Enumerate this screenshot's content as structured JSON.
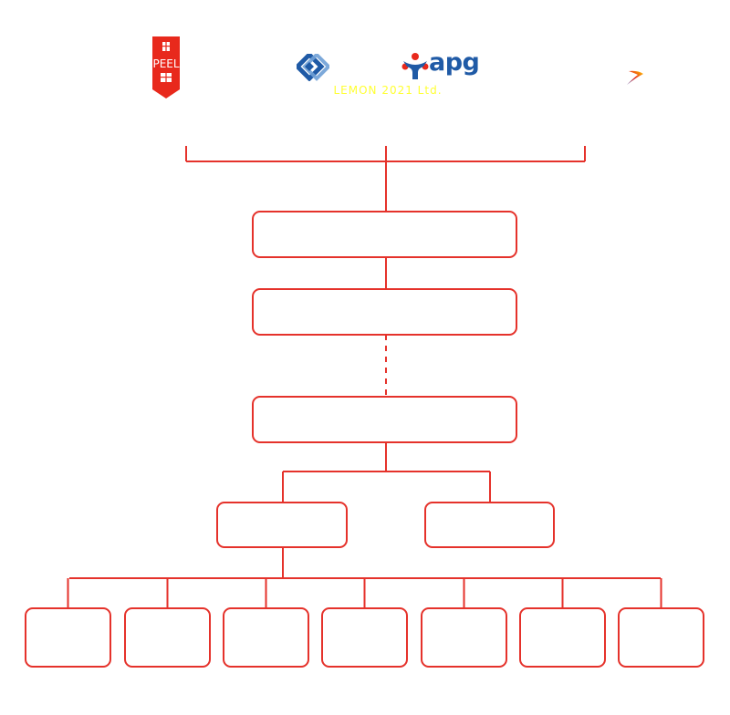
{
  "logos": [
    {
      "name": "peel-logo",
      "text": "PEEL",
      "color": "#e8291c"
    },
    {
      "name": "diamond-logo",
      "color": "#1f5aa6"
    },
    {
      "name": "apg-logo",
      "text": "apg",
      "color": "#1f5aa6",
      "accent": "#e8291c"
    },
    {
      "name": "swoosh-logo"
    }
  ],
  "caption": "LEMON 2021 Ltd.",
  "diagram": {
    "type": "org-chart",
    "line_color": "#e5322b",
    "top_bracket_branches": 3,
    "levels": [
      {
        "name": "level-1",
        "nodes": [
          {
            "label": ""
          }
        ]
      },
      {
        "name": "level-2",
        "nodes": [
          {
            "label": ""
          }
        ]
      },
      {
        "name": "level-3",
        "nodes": [
          {
            "label": ""
          }
        ],
        "connector_from_above": "dashed"
      },
      {
        "name": "level-4",
        "nodes": [
          {
            "label": ""
          },
          {
            "label": ""
          }
        ]
      },
      {
        "name": "level-5",
        "nodes": [
          {
            "label": ""
          },
          {
            "label": ""
          },
          {
            "label": ""
          },
          {
            "label": ""
          },
          {
            "label": ""
          },
          {
            "label": ""
          },
          {
            "label": ""
          }
        ]
      }
    ]
  }
}
